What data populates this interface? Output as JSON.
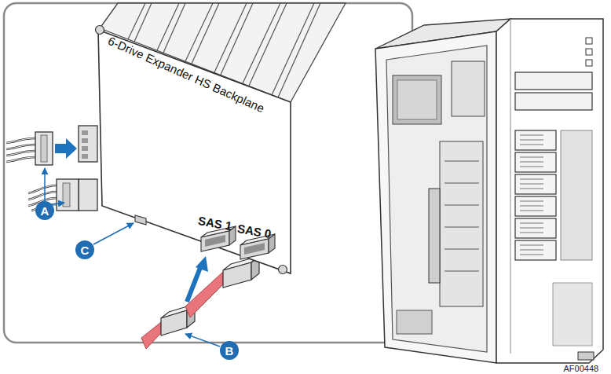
{
  "diagram": {
    "nodes": [
      {
        "text": [
          "6-Drive Expander HS Backplane"
        ]
      },
      {
        "text": [
          "SAS 1"
        ],
        "in": 0
      },
      {
        "text": [
          "SAS 0"
        ],
        "in": 0
      }
    ],
    "labels": [
      "A",
      "B",
      "C",
      "AF00448"
    ]
  }
}
